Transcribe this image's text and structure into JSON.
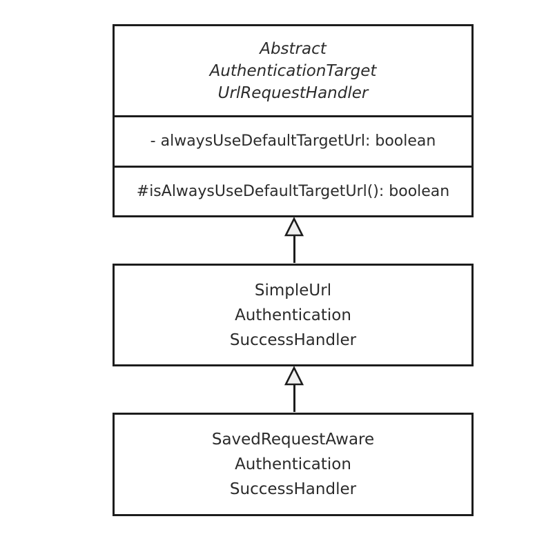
{
  "diagram": {
    "type": "uml-class-inheritance",
    "background": "#ffffff",
    "colors": {
      "border": "#1c1c1c",
      "text": "#2b2b2b",
      "arrow_fill": "#f0f0f0"
    },
    "classes": [
      {
        "name_lines": [
          "Abstract",
          "AuthenticationTarget",
          "UrlRequestHandler"
        ],
        "attributes": [
          "- alwaysUseDefaultTargetUrl: boolean"
        ],
        "methods": [
          "#isAlwaysUseDefaultTargetUrl(): boolean"
        ]
      },
      {
        "name_lines": [
          "SimpleUrl",
          "Authentication",
          "SuccessHandler"
        ]
      },
      {
        "name_lines": [
          "SavedRequestAware",
          "Authentication",
          "SuccessHandler"
        ]
      }
    ],
    "relations": [
      {
        "type": "inheritance",
        "from_class_index": 1,
        "to_class_index": 0
      },
      {
        "type": "inheritance",
        "from_class_index": 2,
        "to_class_index": 1
      }
    ]
  }
}
